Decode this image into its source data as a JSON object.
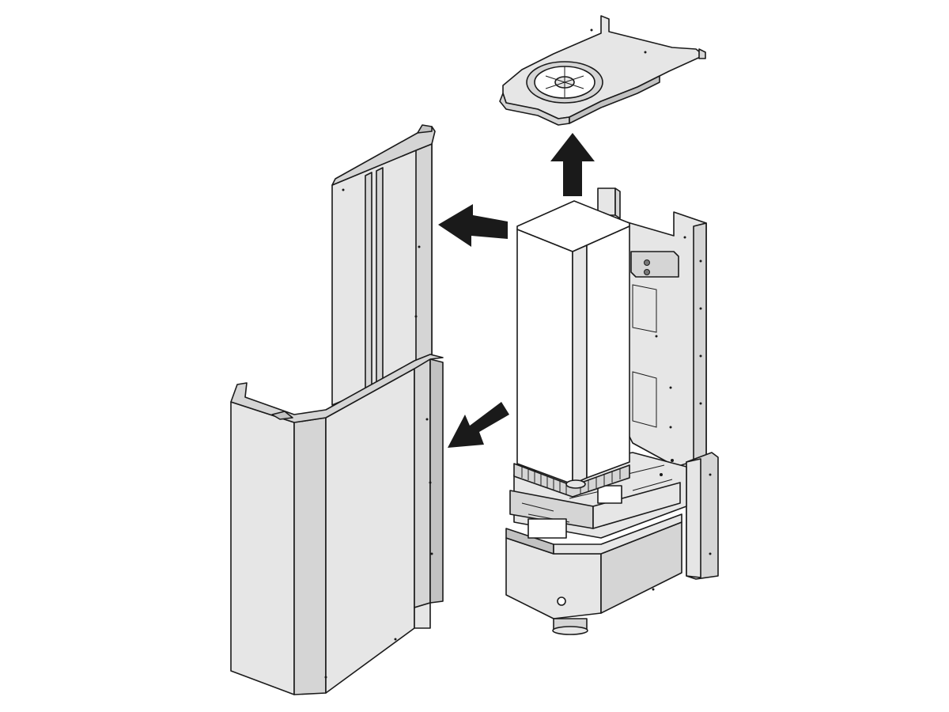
{
  "diagram": {
    "colors": {
      "outline": "#1a1a1a",
      "panel_light": "#e6e6e6",
      "panel_mid": "#d5d5d5",
      "panel_dark": "#c2c2c2",
      "arrow": "#1a1a1a",
      "background": "#ffffff"
    },
    "parts": [
      "top-cover",
      "rear-side-panel",
      "front-corner-panel",
      "inner-chimney-cover",
      "frame",
      "base-unit"
    ],
    "arrows": [
      "up",
      "left",
      "down-left"
    ]
  }
}
